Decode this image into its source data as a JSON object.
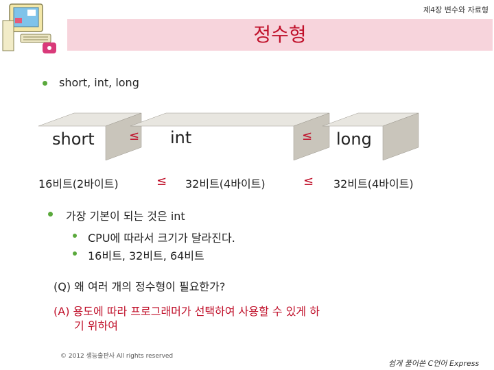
{
  "header": {
    "chapter": "제4장 변수와 자료형"
  },
  "slide": {
    "title": "정수형"
  },
  "bullet1": "short, int, long",
  "boxes": {
    "short": "short",
    "int": "int",
    "long": "long",
    "le1": "≤",
    "le2": "≤"
  },
  "sizes": {
    "short": "16비트(2바이트)",
    "le1": "≤",
    "int": "32비트(4바이트)",
    "le2": "≤",
    "long": "32비트(4바이트)"
  },
  "bullet2": {
    "main": "가장 기본이 되는 것은 int",
    "subs": [
      "CPU에 따라서 크기가 달라진다.",
      "16비트, 32비트, 64비트"
    ]
  },
  "qa": {
    "q": "(Q) 왜 여러 개의 정수형이 필요한가?",
    "a1": "(A) 용도에 따라 프로그래머가 선택하여 사용할 수 있게 하",
    "a2": "기 위하여"
  },
  "footer": {
    "copyright": "© 2012 생능출판사 All rights reserved",
    "book": "쉽게 풀어쓴 C언어 Express"
  },
  "colors": {
    "accent": "#c0102a",
    "band": "#f7d4dc",
    "bullet": "#5aa93c",
    "box_top": "#e8e6e0",
    "box_side": "#c9c5bb"
  }
}
